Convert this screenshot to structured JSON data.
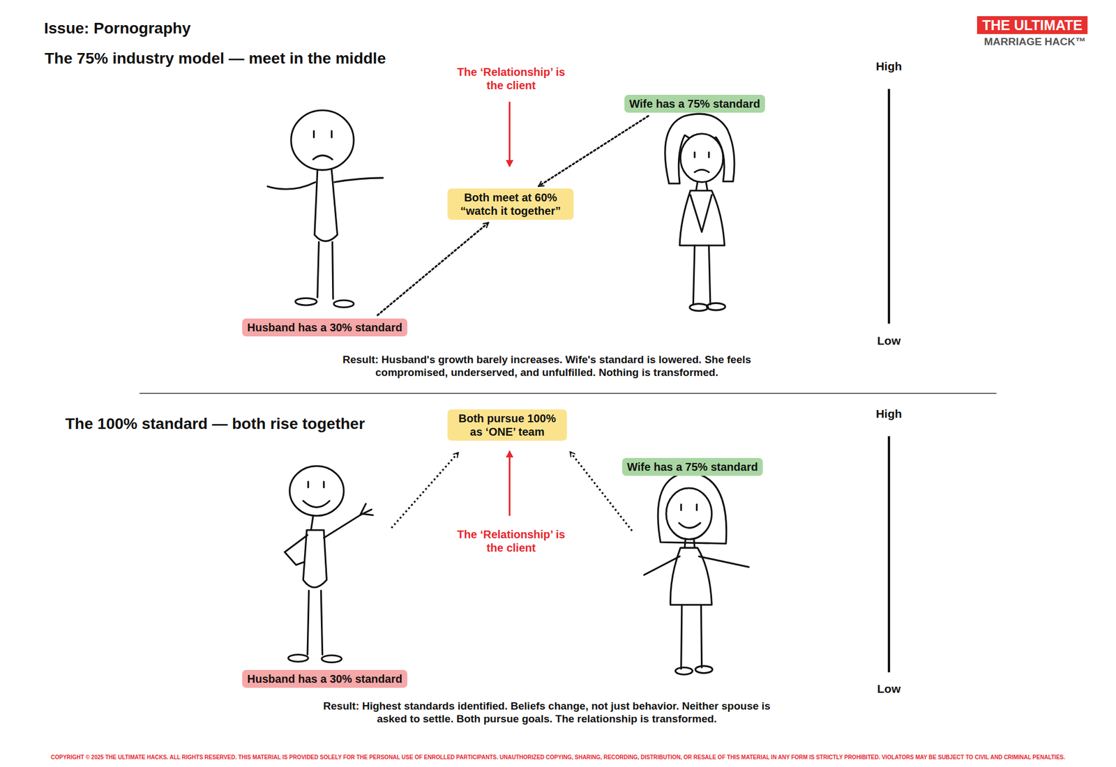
{
  "diagram": {
    "title": "Issue: Pornography",
    "nodes": [
      {
        "text": [
          "Wife has a 75% standard"
        ]
      },
      {
        "text": [
          "Both meet at 60% “watch it together”"
        ]
      },
      {
        "text": [
          "Husband has a 30% standard"
        ]
      },
      {
        "text": [
          "Both pursue 100% as ‘ONE’ team"
        ]
      },
      {
        "text": [
          "Wife has a 75% standard"
        ]
      },
      {
        "text": [
          "Husband has a 30% standard"
        ]
      }
    ],
    "edges": [
      {
        "from": 0,
        "to": 1,
        "arrow": "to"
      },
      {
        "from": 2,
        "to": 1,
        "arrow": "to"
      }
    ],
    "labels": [
      "THE ULTIMATE",
      "MARRIAGE HACK™",
      "The 75% industry model — meet in the middle",
      "The ‘Relationship’ is the client",
      "High",
      "Low",
      "Result: Husband's growth barely increases. Wife's standard is lowered. She feels compromised, underserved, and unfulfilled. Nothing is transformed.",
      "The 100% standard — both rise together",
      "High",
      "Low",
      "The ‘Relationship’ is the client",
      "Result: Highest standards identified. Beliefs change, not just behavior. Neither spouse is asked to settle. Both pursue goals. The relationship is transformed.",
      "COPYRIGHT © 2025 THE ULTIMATE HACKS. ALL RIGHTS RESERVED. THIS MATERIAL IS PROVIDED SOLELY FOR THE PERSONAL USE OF ENROLLED PARTICIPANTS. UNAUTHORIZED COPYING, SHARING, RECORDING, DISTRIBUTION, OR RESALE OF THIS MATERIAL IN ANY FORM IS STRICTLY PROHIBITED. VIOLATORS MAY BE SUBJECT TO CIVIL AND CRIMINAL PENALTIES."
    ]
  }
}
